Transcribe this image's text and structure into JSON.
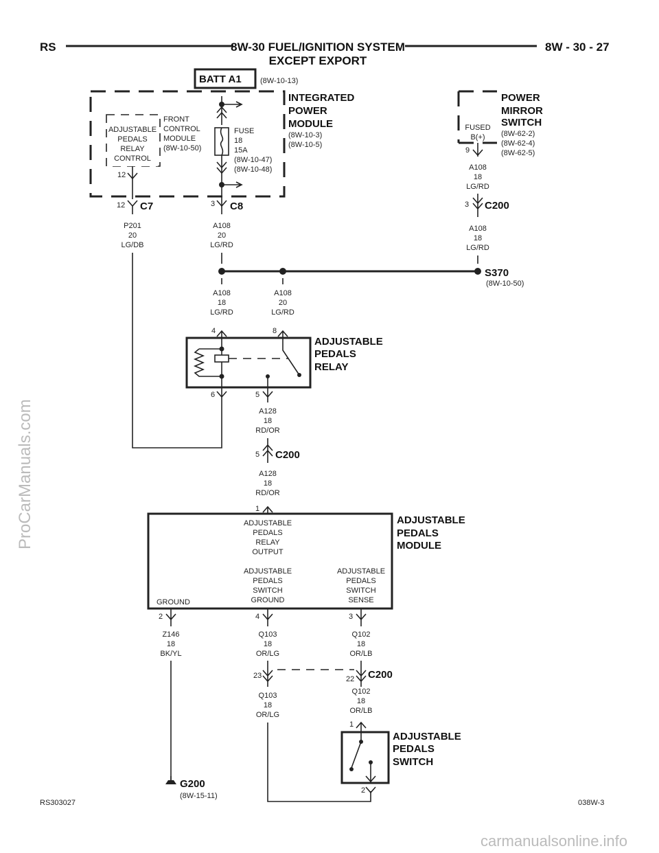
{
  "header": {
    "left": "RS",
    "title_line1": "8W-30 FUEL/IGNITION SYSTEM",
    "title_line2": "EXCEPT EXPORT",
    "right": "8W - 30 - 27"
  },
  "batt": {
    "label": "BATT A1",
    "ref": "(8W-10-13)"
  },
  "ipm": {
    "title": [
      "INTEGRATED",
      "POWER",
      "MODULE"
    ],
    "refs": [
      "(8W-10-3)",
      "(8W-10-5)"
    ],
    "fcm_label": [
      "ADJUSTABLE",
      "PEDALS",
      "RELAY",
      "CONTROL"
    ],
    "fcm_title": [
      "FRONT",
      "CONTROL",
      "MODULE",
      "(8W-10-50)"
    ],
    "fuse": [
      "FUSE",
      "18",
      "15A",
      "(8W-10-47)",
      "(8W-10-48)"
    ],
    "pin_fcm": "12",
    "c7_pin": "12",
    "c7": "C7",
    "c8_pin": "3",
    "c8": "C8"
  },
  "mirror": {
    "title": [
      "POWER",
      "MIRROR",
      "SWITCH"
    ],
    "refs": [
      "(8W-62-2)",
      "(8W-62-4)",
      "(8W-62-5)"
    ],
    "inner": [
      "FUSED",
      "B(+)"
    ],
    "pin": "9",
    "wire1": [
      "A108",
      "18",
      "LG/RD"
    ],
    "c200_pin": "3",
    "c200": "C200",
    "wire2": [
      "A108",
      "18",
      "LG/RD"
    ]
  },
  "wires": {
    "p201": [
      "P201",
      "20",
      "LG/DB"
    ],
    "a108_c8": [
      "A108",
      "20",
      "LG/RD"
    ],
    "a108_relay4": [
      "A108",
      "18",
      "LG/RD"
    ],
    "a108_relay8": [
      "A108",
      "20",
      "LG/RD"
    ],
    "s370": "S370",
    "s370_ref": "(8W-10-50)"
  },
  "relay": {
    "title": [
      "ADJUSTABLE",
      "PEDALS",
      "RELAY"
    ],
    "pin4": "4",
    "pin8": "8",
    "pin6": "6",
    "pin5": "5",
    "out_wire": [
      "A128",
      "18",
      "RD/OR"
    ],
    "c200_pin": "5",
    "c200": "C200",
    "out_wire2": [
      "A128",
      "18",
      "RD/OR"
    ]
  },
  "module": {
    "title": [
      "ADJUSTABLE",
      "PEDALS",
      "MODULE"
    ],
    "pin1": "1",
    "relay_output": [
      "ADJUSTABLE",
      "PEDALS",
      "RELAY",
      "OUTPUT"
    ],
    "ground": "GROUND",
    "switch_ground": [
      "ADJUSTABLE",
      "PEDALS",
      "SWITCH",
      "GROUND"
    ],
    "switch_sense": [
      "ADJUSTABLE",
      "PEDALS",
      "SWITCH",
      "SENSE"
    ],
    "pin2": "2",
    "pin4": "4",
    "pin3": "3",
    "z146": [
      "Z146",
      "18",
      "BK/YL"
    ],
    "q103": [
      "Q103",
      "18",
      "OR/LG"
    ],
    "q102": [
      "Q102",
      "18",
      "OR/LB"
    ],
    "c200_pin23": "23",
    "c200_pin22": "22",
    "c200": "C200",
    "q102b": [
      "Q102",
      "18",
      "OR/LB"
    ],
    "q103b": [
      "Q103",
      "18",
      "OR/LG"
    ]
  },
  "switch": {
    "title": [
      "ADJUSTABLE",
      "PEDALS",
      "SWITCH"
    ],
    "pin1": "1",
    "pin2": "2"
  },
  "ground": {
    "label": "G200",
    "ref": "(8W-15-11)"
  },
  "footer": {
    "left": "RS303027",
    "right": "038W-3"
  },
  "watermarks": {
    "vertical": "ProCarManuals.com",
    "bottom": "carmanualsonline.info"
  }
}
